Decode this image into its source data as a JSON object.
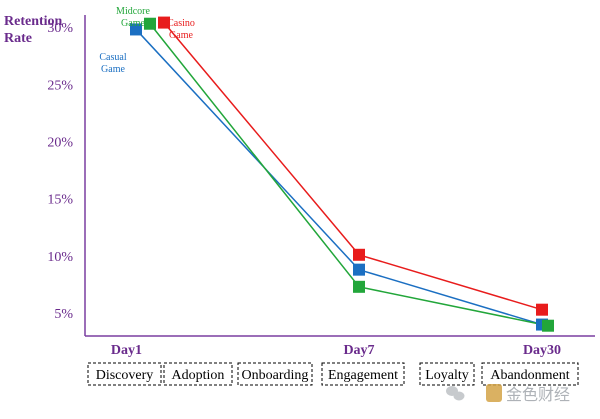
{
  "chart_data": {
    "type": "line",
    "ylabel": "Retention Rate",
    "categories": [
      "Day1",
      "Day7",
      "Day30"
    ],
    "ylim": [
      3,
      31.5
    ],
    "yticks": [
      5,
      10,
      15,
      20,
      25,
      30
    ],
    "ytick_labels": [
      "5%",
      "10%",
      "15%",
      "20%",
      "25%",
      "30%"
    ],
    "grid": false,
    "series": [
      {
        "name": "Casual Game",
        "color": "#1b6fc2",
        "values": [
          29.8,
          8.8,
          4.0
        ]
      },
      {
        "name": "Midcore Game",
        "color": "#22a63a",
        "values": [
          30.3,
          7.3,
          3.9
        ]
      },
      {
        "name": "Casino Game",
        "color": "#e81c1c",
        "values": [
          30.4,
          10.1,
          5.3
        ]
      }
    ],
    "stages": [
      "Discovery",
      "Adoption",
      "Onboarding",
      "Engagement",
      "Loyalty",
      "Abandonment"
    ],
    "axis_color": "#7a3fa0"
  },
  "watermark": {
    "text": "金色财经",
    "icon": "wechat-icon"
  }
}
